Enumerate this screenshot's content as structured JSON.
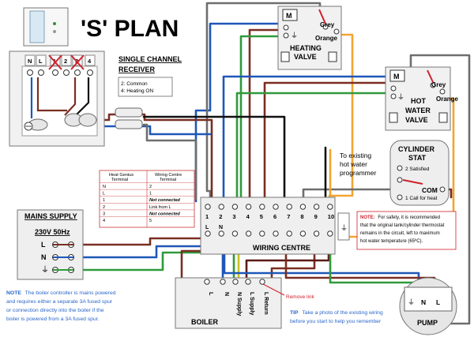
{
  "title": "'S' PLAN",
  "receiver": {
    "title_line1": "SINGLE CHANNEL",
    "title_line2": "RECEIVER",
    "terminals": [
      "N",
      "L",
      "1",
      "2",
      "3",
      "4"
    ],
    "legend_line1": "2: Common",
    "legend_line2": "4: Heating ON"
  },
  "heating_valve": {
    "label_line1": "HEATING",
    "label_line2": "VALVE",
    "motor": "M",
    "grey": "Grey",
    "orange": "Orange"
  },
  "hot_water_valve": {
    "label_line1": "HOT",
    "label_line2": "WATER",
    "label_line3": "VALVE",
    "motor": "M",
    "grey": "Grey",
    "orange": "Orange"
  },
  "programmer_note": {
    "line1": "To existing",
    "line2": "hot water",
    "line3": "programmer"
  },
  "cylinder_stat": {
    "title_line1": "CYLINDER",
    "title_line2": "STAT",
    "satisfied": "2 Satisfied",
    "com": "COM",
    "call": "1 Call for heat"
  },
  "mapping_table": {
    "col1_line1": "Heat Genius",
    "col1_line2": "Terminal",
    "col2_line1": "Wiring Centre",
    "col2_line2": "Terminal",
    "rows": [
      [
        "N",
        "2"
      ],
      [
        "L",
        "1"
      ],
      [
        "1",
        "Not connected"
      ],
      [
        "2",
        "Link from L"
      ],
      [
        "3",
        "Not connected"
      ],
      [
        "4",
        "5"
      ]
    ]
  },
  "mains": {
    "title": "MAINS SUPPLY",
    "voltage": "230V 50Hz",
    "l": "L",
    "n": "N"
  },
  "wiring_centre": {
    "label": "WIRING CENTRE",
    "terminals": [
      "1",
      "2",
      "3",
      "4",
      "5",
      "6",
      "7",
      "8",
      "9",
      "10"
    ],
    "row2_labels": [
      "L",
      "N"
    ]
  },
  "safety_note": {
    "lead": "NOTE:",
    "line1": "For safety, it is recommended",
    "line2": "that the original tank/cylinder thermostat",
    "line3": "remains in the circuit, left to maximum",
    "line4": "hot water temperature (65ºC)."
  },
  "boiler": {
    "label": "BOILER",
    "terminals": [
      "L",
      "N",
      "N Supply",
      "L Supply",
      "L Return"
    ],
    "remove_link": "Remove link"
  },
  "pump": {
    "label": "PUMP",
    "terminals": [
      "N",
      "L"
    ]
  },
  "bottom_note": {
    "lead": "NOTE",
    "line1": "The boiler controller is mains powered",
    "line2": "and requires either a separate 3A fused spur",
    "line3": "or connection directly into the boiler if the",
    "line4": "boiler is powered from a 3A fused spur."
  },
  "tip": {
    "lead": "TIP",
    "line1": "Take a photo of the existing wiring",
    "line2": "before you start to help you remember"
  },
  "colors": {
    "brown": "#7a2e22",
    "blue": "#1f57b8",
    "green": "#2f9a3c",
    "yellow": "#c9c21c",
    "grey": "#6e6e6e",
    "orange": "#f2a431",
    "black": "#111111",
    "red_note": "#d0202a",
    "blue_note": "#2a66c9"
  }
}
